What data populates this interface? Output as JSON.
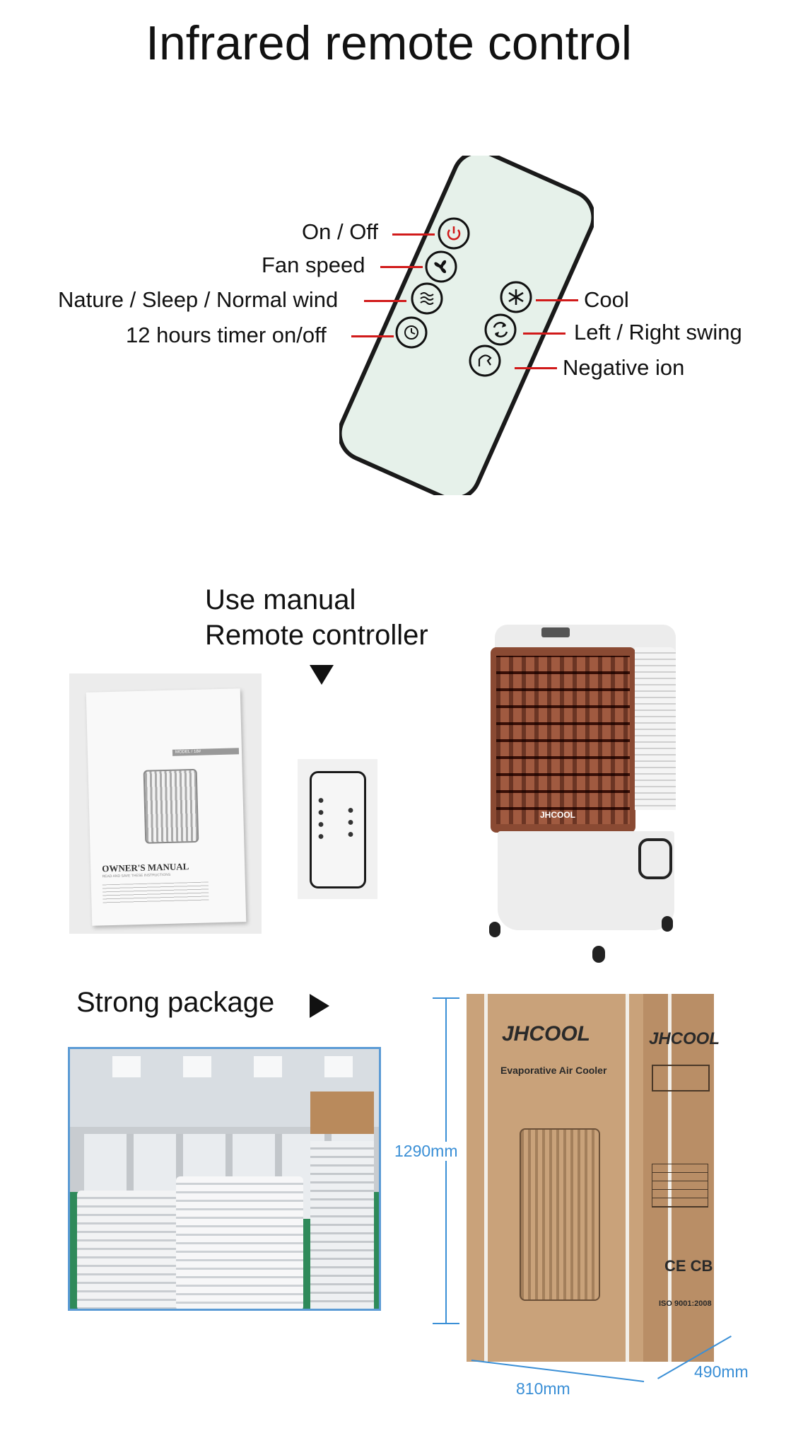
{
  "title": "Infrared remote control",
  "remote_buttons": {
    "on_off": "On / Off",
    "fan_speed": "Fan speed",
    "wind_mode": "Nature / Sleep / Normal wind",
    "timer": "12 hours timer on/off",
    "cool": "Cool",
    "swing": "Left / Right swing",
    "negative_ion": "Negative ion"
  },
  "accessories": {
    "line1": "Use manual",
    "line2": "Remote controller",
    "manual_title": "OWNER'S MANUAL",
    "manual_subtitle": "READ AND SAVE THESE INSTRUCTIONS",
    "manual_model": "MODEL / 18#"
  },
  "cooler_brand": "JHCOOL",
  "package": {
    "label": "Strong package",
    "box_brand": "JHCOOL",
    "box_subtitle": "Evaporative Air Cooler",
    "box_cert": "CE CB",
    "box_iso": "ISO 9001:2008",
    "height": "1290mm",
    "width": "810mm",
    "depth": "490mm"
  },
  "colors": {
    "callout_line": "#d11a1a",
    "dimension": "#3a8fd6",
    "remote_face": "#e6f1ea",
    "cooler_brown": "#8a4a33",
    "box_cardboard": "#c9a27a"
  }
}
